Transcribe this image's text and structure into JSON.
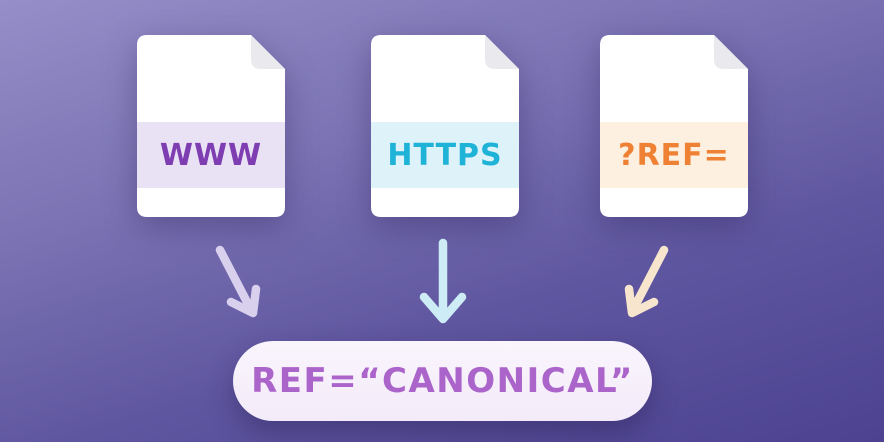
{
  "diagram": {
    "background": {
      "gradient_top": "#968ec8",
      "gradient_bottom": "#4c4290"
    },
    "documents": [
      {
        "id": "www",
        "label": "WWW",
        "text_color": "#7e3eb1",
        "band_color": "#e9e1f4",
        "page_color": "#ffffff",
        "fold_color": "#e9e9ee"
      },
      {
        "id": "https",
        "label": "HTTPS",
        "text_color": "#1fb3d8",
        "band_color": "#def3f9",
        "page_color": "#ffffff",
        "fold_color": "#e9e9ee"
      },
      {
        "id": "ref",
        "label": "?REF=",
        "text_color": "#ef8135",
        "band_color": "#fdf0e1",
        "page_color": "#ffffff",
        "fold_color": "#e9e9ee"
      }
    ],
    "arrows": [
      {
        "id": "www-to-canonical",
        "direction": "down-right",
        "color": "#d9d0ee"
      },
      {
        "id": "https-to-canonical",
        "direction": "down",
        "color": "#cdecf6"
      },
      {
        "id": "ref-to-canonical",
        "direction": "down-left",
        "color": "#f7e6cd"
      }
    ],
    "result": {
      "label": "REF=“CANONICAL”",
      "text_color": "#ab64ca",
      "background_color": "#f7f0fb"
    }
  }
}
